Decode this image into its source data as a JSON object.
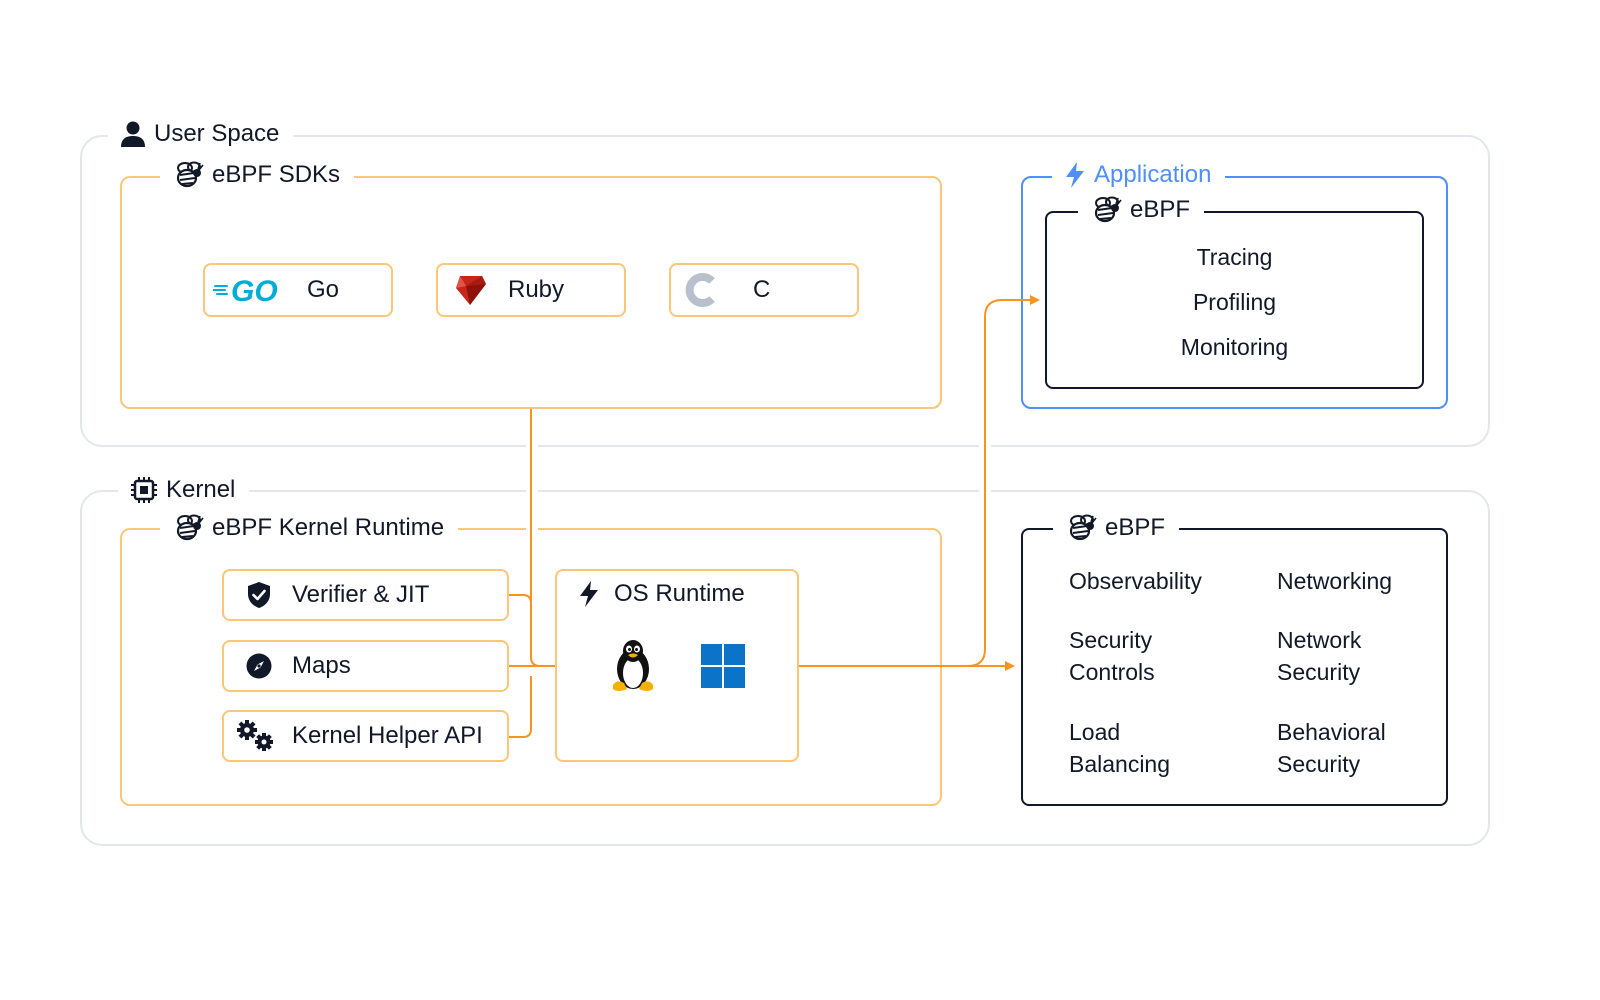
{
  "user_space": {
    "title": "User Space",
    "sdks": {
      "title": "eBPF SDKs",
      "items": [
        {
          "label": "Go",
          "icon": "go-logo-icon"
        },
        {
          "label": "Ruby",
          "icon": "ruby-logo-icon"
        },
        {
          "label": "C",
          "icon": "c-logo-icon"
        }
      ]
    },
    "application": {
      "title": "Application",
      "ebpf": {
        "title": "eBPF",
        "items": [
          "Tracing",
          "Profiling",
          "Monitoring"
        ]
      }
    }
  },
  "kernel": {
    "title": "Kernel",
    "runtime": {
      "title": "eBPF Kernel Runtime",
      "components": [
        {
          "label": "Verifier & JIT",
          "icon": "shield-check-icon"
        },
        {
          "label": "Maps",
          "icon": "compass-icon"
        },
        {
          "label": "Kernel Helper API",
          "icon": "gears-icon"
        }
      ],
      "os_runtime": {
        "title": "OS Runtime",
        "platforms": [
          "linux-tux-icon",
          "windows-logo-icon"
        ]
      }
    },
    "ebpf": {
      "title": "eBPF",
      "use_cases": [
        "Observability",
        "Networking",
        "Security\nControls",
        "Network\nSecurity",
        "Load\nBalancing",
        "Behavioral\nSecurity"
      ]
    }
  },
  "colors": {
    "orange_border": "#fcc679",
    "orange_wire": "#f7931e",
    "blue_accent": "#4f8ff7",
    "gray_border": "#e3e6ec",
    "dark_border": "#111827",
    "go_blue": "#00add8",
    "windows_blue": "#0b74c9"
  }
}
